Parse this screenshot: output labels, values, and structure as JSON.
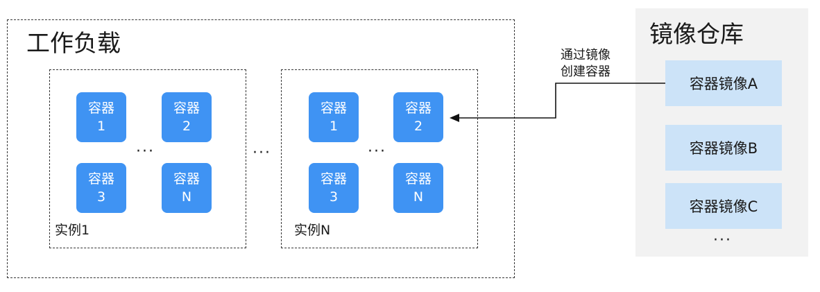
{
  "workload": {
    "title": "工作负载",
    "instances": [
      {
        "label": "实例1",
        "containers": [
          {
            "line1": "容器",
            "line2": "1"
          },
          {
            "line1": "容器",
            "line2": "2"
          },
          {
            "line1": "容器",
            "line2": "3"
          },
          {
            "line1": "容器",
            "line2": "N"
          }
        ],
        "ellipsis": "···"
      },
      {
        "label": "实例N",
        "containers": [
          {
            "line1": "容器",
            "line2": "1"
          },
          {
            "line1": "容器",
            "line2": "2"
          },
          {
            "line1": "容器",
            "line2": "3"
          },
          {
            "line1": "容器",
            "line2": "N"
          }
        ],
        "ellipsis": "···"
      }
    ],
    "between_ellipsis": "···"
  },
  "repository": {
    "title": "镜像仓库",
    "images": [
      "容器镜像A",
      "容器镜像B",
      "容器镜像C"
    ],
    "ellipsis": "···"
  },
  "connector": {
    "line1": "通过镜像",
    "line2": "创建容器"
  },
  "colors": {
    "container_fill": "#3f93f3",
    "image_fill": "#cce3f8",
    "repo_fill": "#f2f2f2"
  }
}
